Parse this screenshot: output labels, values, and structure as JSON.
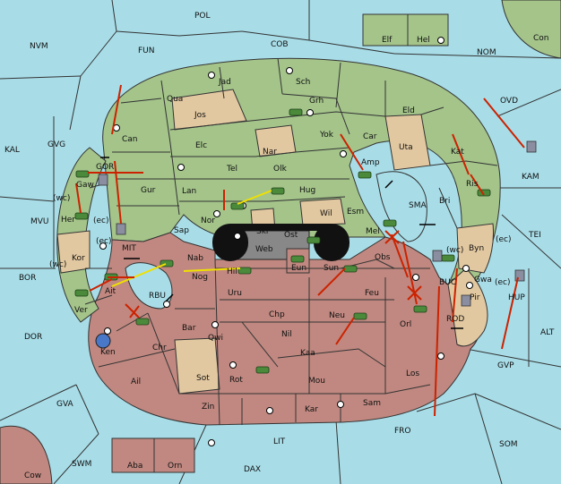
{
  "board": {
    "sea_color": "#a8dde8",
    "green_color": "#a4c48a",
    "red_color": "#c08880",
    "tan_color": "#e2c8a0",
    "move_arrow_color": "#cc2200",
    "support_arrow_color": "#f0e000"
  },
  "labels": {
    "pol": "POL",
    "nvm": "NVM",
    "fun": "FUN",
    "cob": "COB",
    "nom": "NOM",
    "con": "Con",
    "elf": "Elf",
    "hel": "Hel",
    "ovd": "OVD",
    "kal": "KAL",
    "gvg": "GVG",
    "kam": "KAM",
    "mvu": "MVU",
    "bor": "BOR",
    "tei": "TEI",
    "dor": "DOR",
    "alt": "ALT",
    "gvp": "GVP",
    "gva": "GVA",
    "fro": "FRO",
    "som": "SOM",
    "lit": "LIT",
    "swm": "SWM",
    "dax": "DAX",
    "cow": "Cow",
    "aba": "Aba",
    "orn": "Orn",
    "jad": "Jad",
    "sch": "Sch",
    "qua": "Qua",
    "grh": "Grh",
    "jos": "Jos",
    "eld": "Eld",
    "can": "Can",
    "yok": "Yok",
    "car": "Car",
    "elc": "Elc",
    "nar": "Nar",
    "uta": "Uta",
    "gor": "GOR",
    "tel": "Tel",
    "olk": "Olk",
    "amp": "Amp",
    "kat": "Kat",
    "gaw": "Gaw",
    "gur": "Gur",
    "lan": "Lan",
    "hug": "Hug",
    "ris": "Ris",
    "wc1": "(wc)",
    "her": "Her",
    "ec1": "(ec)",
    "nor": "Nor",
    "skr": "Skr",
    "wil": "Wil",
    "esm": "Esm",
    "sma": "SMA",
    "bri": "Bri",
    "sap": "Sap",
    "ost": "Ost",
    "mel": "Mel",
    "web": "Web",
    "ec2": "(ec)",
    "mit": "MIT",
    "kor": "Kor",
    "ec3": "(ec)",
    "wc2": "(wc)",
    "byn": "Byn",
    "nab": "Nab",
    "eun": "Eun",
    "obs": "Obs",
    "wc3": "(wc)",
    "sun": "Sun",
    "hil": "Hil",
    "ait": "Ait",
    "nog": "Nog",
    "buc": "BUC",
    "gwa": "Gwa",
    "ec4": "(ec)",
    "rbu": "RBU",
    "uru": "Uru",
    "feu": "Feu",
    "pir": "Pir",
    "ver": "Ver",
    "hup": "HUP",
    "chp": "Chp",
    "neu": "Neu",
    "rod": "ROD",
    "orl": "Orl",
    "bar": "Bar",
    "qwi": "Qwi",
    "nil": "Nil",
    "chr": "Chr",
    "ken": "Ken",
    "kaa": "Kaa",
    "los": "Los",
    "sot": "Sot",
    "rot": "Rot",
    "mou": "Mou",
    "ail": "Ail",
    "zin": "Zin",
    "kar": "Kar",
    "sam": "Sam"
  }
}
